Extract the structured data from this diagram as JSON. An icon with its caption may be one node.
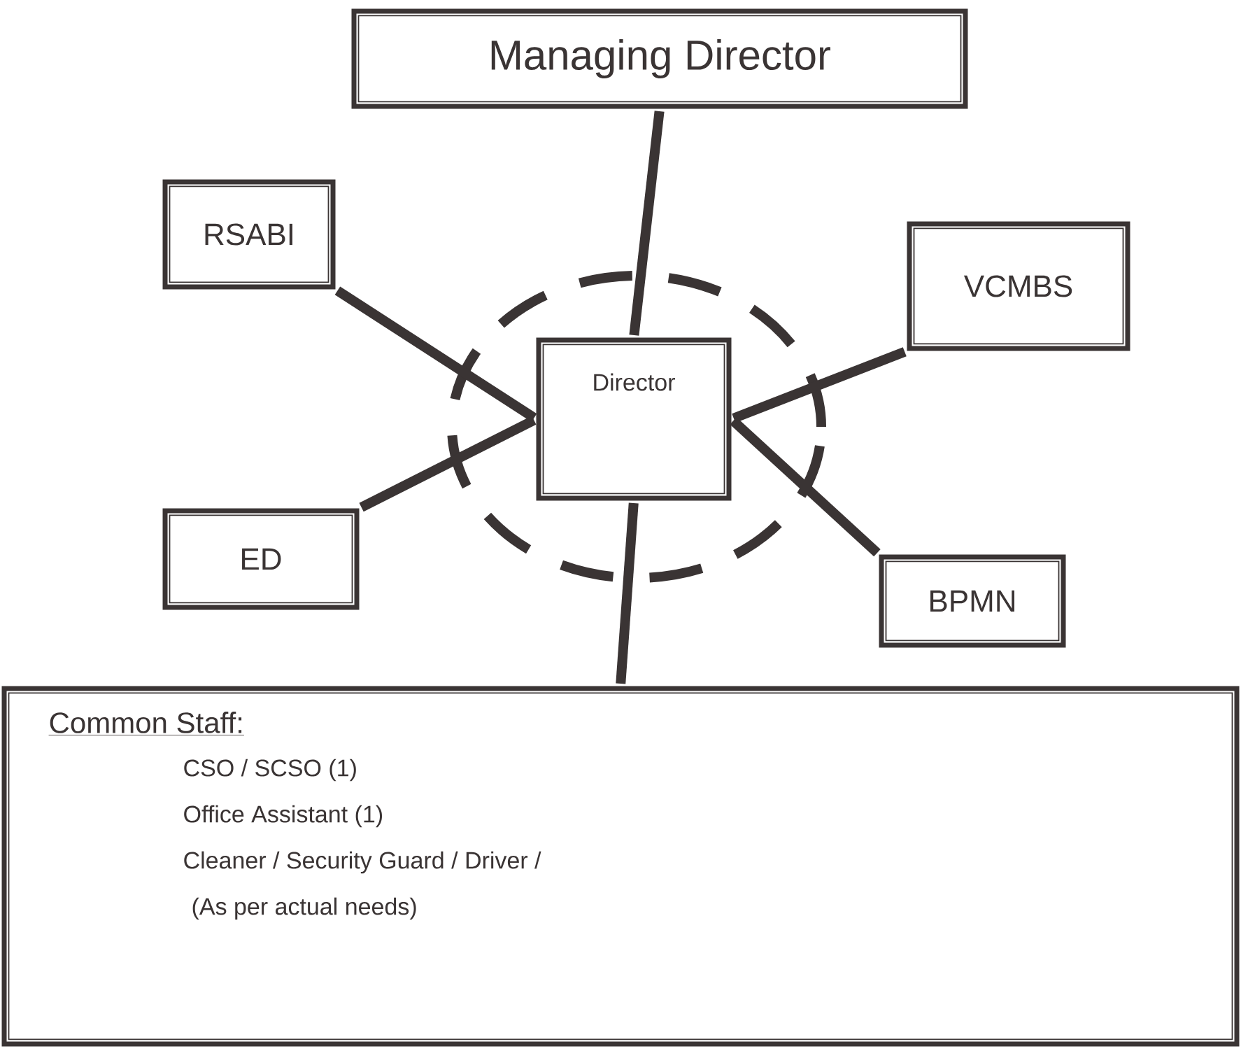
{
  "diagram": {
    "nodes": [
      {
        "text": [
          "Managing Director"
        ]
      },
      {
        "text": [
          "RSABI"
        ]
      },
      {
        "text": [
          "VCMBS"
        ]
      },
      {
        "text": [
          "Director"
        ]
      },
      {
        "text": [
          "ED"
        ]
      },
      {
        "text": [
          "BPMN"
        ]
      },
      {
        "text": [
          "Common Staff:",
          "CSO / SCSO (1)",
          "Office Assistant  (1)",
          "Cleaner /  Security Guard / Driver /",
          "(As per actual needs)"
        ]
      }
    ],
    "edges": [
      {
        "from": 0,
        "to": 3,
        "arrow": "none"
      },
      {
        "from": 1,
        "to": 3,
        "arrow": "none"
      },
      {
        "from": 2,
        "to": 3,
        "arrow": "none"
      },
      {
        "from": 4,
        "to": 3,
        "arrow": "none"
      },
      {
        "from": 5,
        "to": 3,
        "arrow": "none"
      },
      {
        "from": 3,
        "to": 6,
        "arrow": "none"
      }
    ]
  }
}
